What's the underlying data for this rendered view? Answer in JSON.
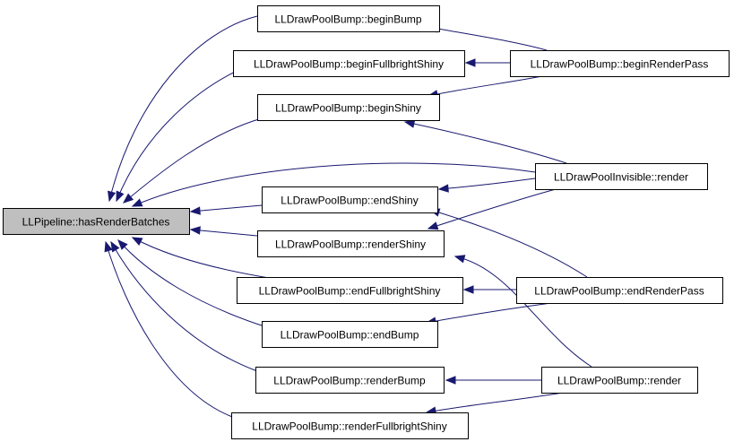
{
  "graph": {
    "colors": {
      "edge": "#191970",
      "root_fill": "#bfbfbf",
      "node_fill": "#ffffff",
      "border": "#000000"
    },
    "nodes": [
      {
        "id": "hasRenderBatches",
        "label": "LLPipeline::hasRenderBatches",
        "root": true
      },
      {
        "id": "beginBump",
        "label": "LLDrawPoolBump::beginBump"
      },
      {
        "id": "beginFullbrightShiny",
        "label": "LLDrawPoolBump::beginFullbrightShiny"
      },
      {
        "id": "beginShiny",
        "label": "LLDrawPoolBump::beginShiny"
      },
      {
        "id": "endShiny",
        "label": "LLDrawPoolBump::endShiny"
      },
      {
        "id": "renderShiny",
        "label": "LLDrawPoolBump::renderShiny"
      },
      {
        "id": "endFullbrightShiny",
        "label": "LLDrawPoolBump::endFullbrightShiny"
      },
      {
        "id": "endBump",
        "label": "LLDrawPoolBump::endBump"
      },
      {
        "id": "renderBump",
        "label": "LLDrawPoolBump::renderBump"
      },
      {
        "id": "renderFullbrightShiny",
        "label": "LLDrawPoolBump::renderFullbrightShiny"
      },
      {
        "id": "beginRenderPass",
        "label": "LLDrawPoolBump::beginRenderPass"
      },
      {
        "id": "invisibleRender",
        "label": "LLDrawPoolInvisible::render"
      },
      {
        "id": "endRenderPass",
        "label": "LLDrawPoolBump::endRenderPass"
      },
      {
        "id": "bumpRender",
        "label": "LLDrawPoolBump::render"
      }
    ],
    "edges": [
      {
        "from": "beginBump",
        "to": "hasRenderBatches"
      },
      {
        "from": "beginFullbrightShiny",
        "to": "hasRenderBatches"
      },
      {
        "from": "beginShiny",
        "to": "hasRenderBatches"
      },
      {
        "from": "invisibleRender",
        "to": "hasRenderBatches"
      },
      {
        "from": "endShiny",
        "to": "hasRenderBatches"
      },
      {
        "from": "renderShiny",
        "to": "hasRenderBatches"
      },
      {
        "from": "endFullbrightShiny",
        "to": "hasRenderBatches"
      },
      {
        "from": "endBump",
        "to": "hasRenderBatches"
      },
      {
        "from": "renderBump",
        "to": "hasRenderBatches"
      },
      {
        "from": "renderFullbrightShiny",
        "to": "hasRenderBatches"
      },
      {
        "from": "beginRenderPass",
        "to": "beginBump"
      },
      {
        "from": "beginRenderPass",
        "to": "beginFullbrightShiny"
      },
      {
        "from": "beginRenderPass",
        "to": "beginShiny"
      },
      {
        "from": "invisibleRender",
        "to": "beginShiny"
      },
      {
        "from": "invisibleRender",
        "to": "endShiny"
      },
      {
        "from": "invisibleRender",
        "to": "renderShiny"
      },
      {
        "from": "endRenderPass",
        "to": "endShiny"
      },
      {
        "from": "endRenderPass",
        "to": "endFullbrightShiny"
      },
      {
        "from": "endRenderPass",
        "to": "endBump"
      },
      {
        "from": "bumpRender",
        "to": "renderShiny"
      },
      {
        "from": "bumpRender",
        "to": "renderBump"
      },
      {
        "from": "bumpRender",
        "to": "renderFullbrightShiny"
      }
    ]
  }
}
